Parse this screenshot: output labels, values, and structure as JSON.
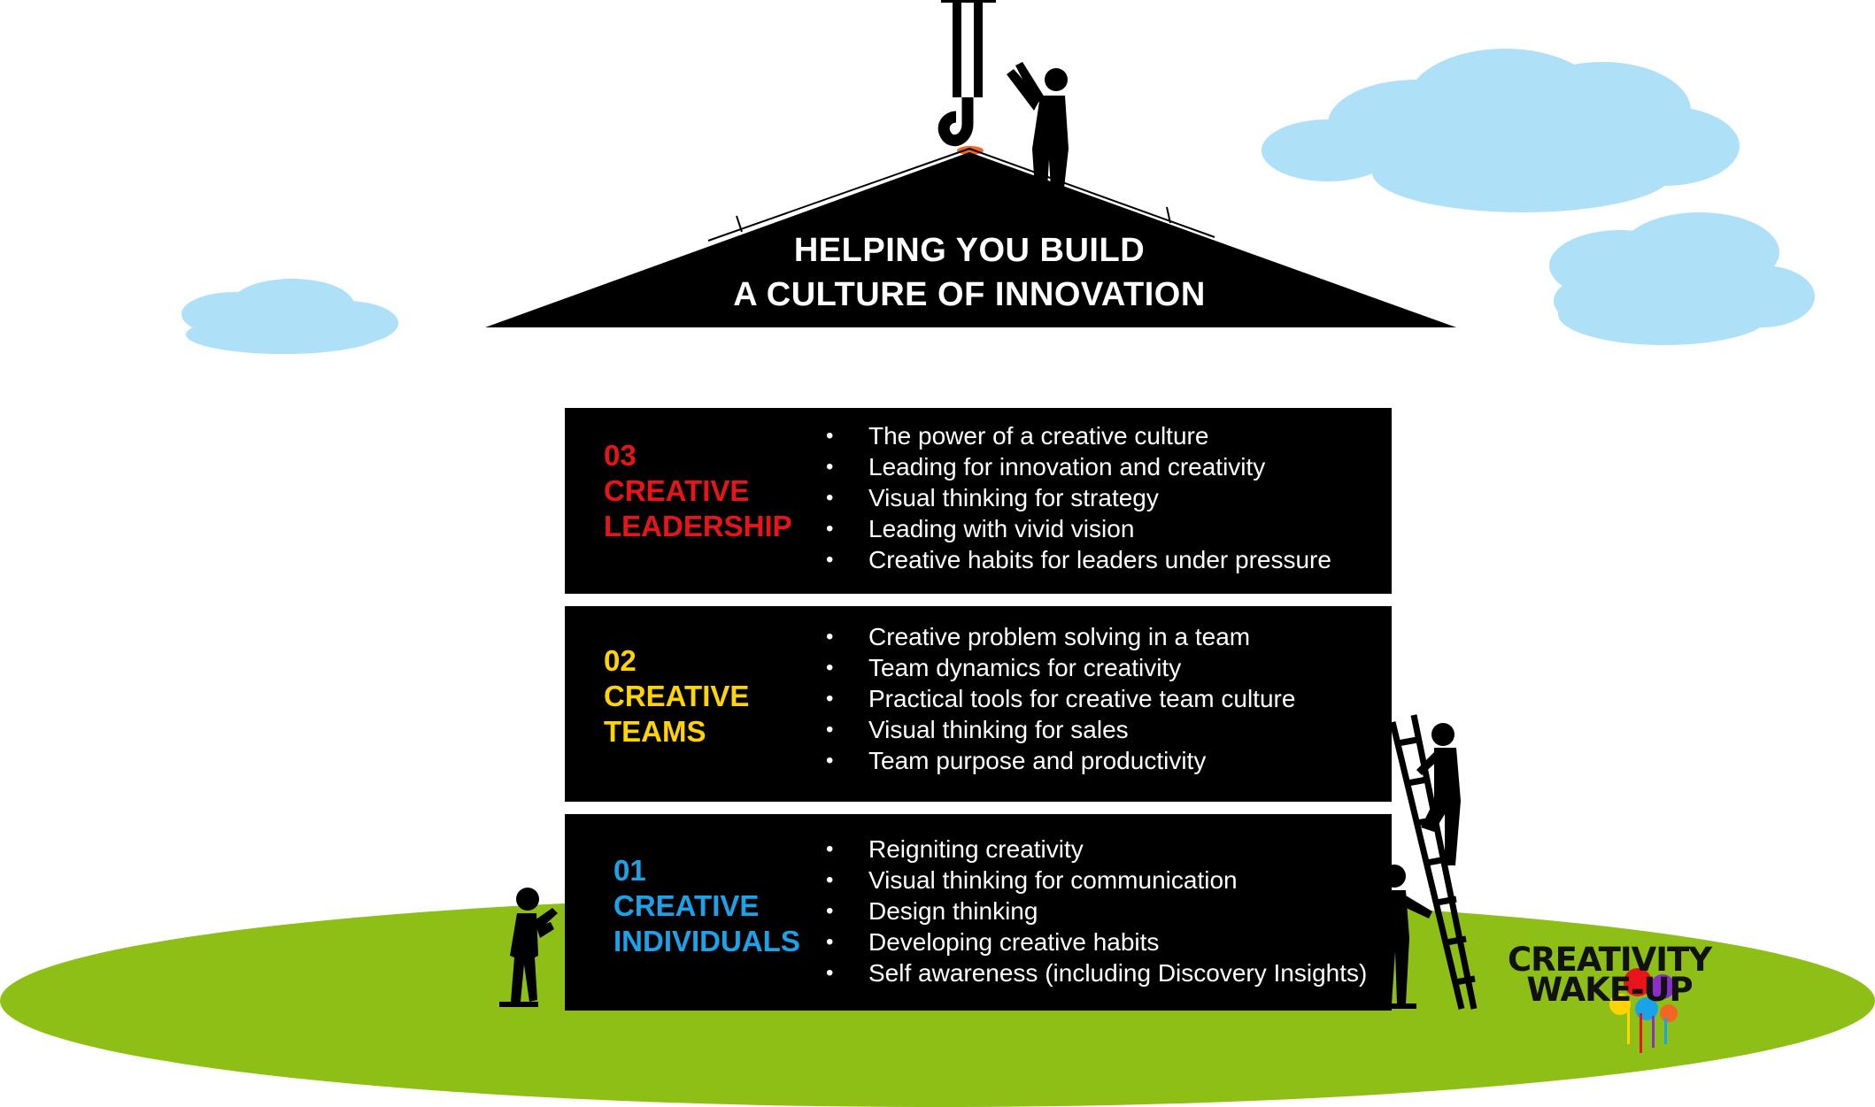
{
  "roof": {
    "line1": "HELPING YOU BUILD",
    "line2": "A CULTURE OF INNOVATION"
  },
  "blocks": [
    {
      "number": "03",
      "title_line1": "CREATIVE",
      "title_line2": "LEADERSHIP",
      "color": "#e8141a",
      "items": [
        "The power of a creative culture",
        "Leading for innovation and creativity",
        "Visual thinking for strategy",
        "Leading with vivid vision",
        "Creative habits for leaders under pressure"
      ]
    },
    {
      "number": "02",
      "title_line1": "CREATIVE",
      "title_line2": "TEAMS",
      "color": "#ffd400",
      "items": [
        "Creative problem solving in a team",
        "Team dynamics for creativity",
        "Practical tools for creative team culture",
        "Visual thinking for sales",
        "Team purpose and productivity"
      ]
    },
    {
      "number": "01",
      "title_line1": "CREATIVE",
      "title_line2": "INDIVIDUALS",
      "color": "#1aa3e8",
      "items": [
        "Reigniting creativity",
        "Visual thinking for communication",
        "Design thinking",
        "Developing creative habits",
        "Self awareness (including Discovery Insights)"
      ]
    }
  ],
  "logo": {
    "line1": "CREATIVITY",
    "line2": "WAKE-UP"
  },
  "colors": {
    "grass": "#8dbf17",
    "cloud": "#aee0f7",
    "block": "#000000"
  }
}
